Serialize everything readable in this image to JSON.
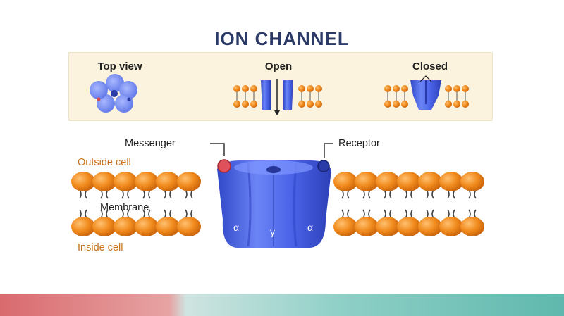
{
  "title": "ION CHANNEL",
  "panel": {
    "top_view_label": "Top view",
    "open_label": "Open",
    "closed_label": "Closed"
  },
  "labels": {
    "messenger": "Messenger",
    "receptor": "Receptor",
    "outside_cell": "Outside cell",
    "membrane": "Membrane",
    "inside_cell": "Inside cell",
    "subunit_alpha_left": "α",
    "subunit_gamma": "γ",
    "subunit_alpha_right": "α"
  },
  "colors": {
    "title": "#2b3a67",
    "lipid_head": "#f08a1c",
    "channel_blue": "#4a63e8",
    "panel_bg": "#fbf3de",
    "messenger_red": "#e0505a",
    "label_orange": "#c8701a"
  }
}
